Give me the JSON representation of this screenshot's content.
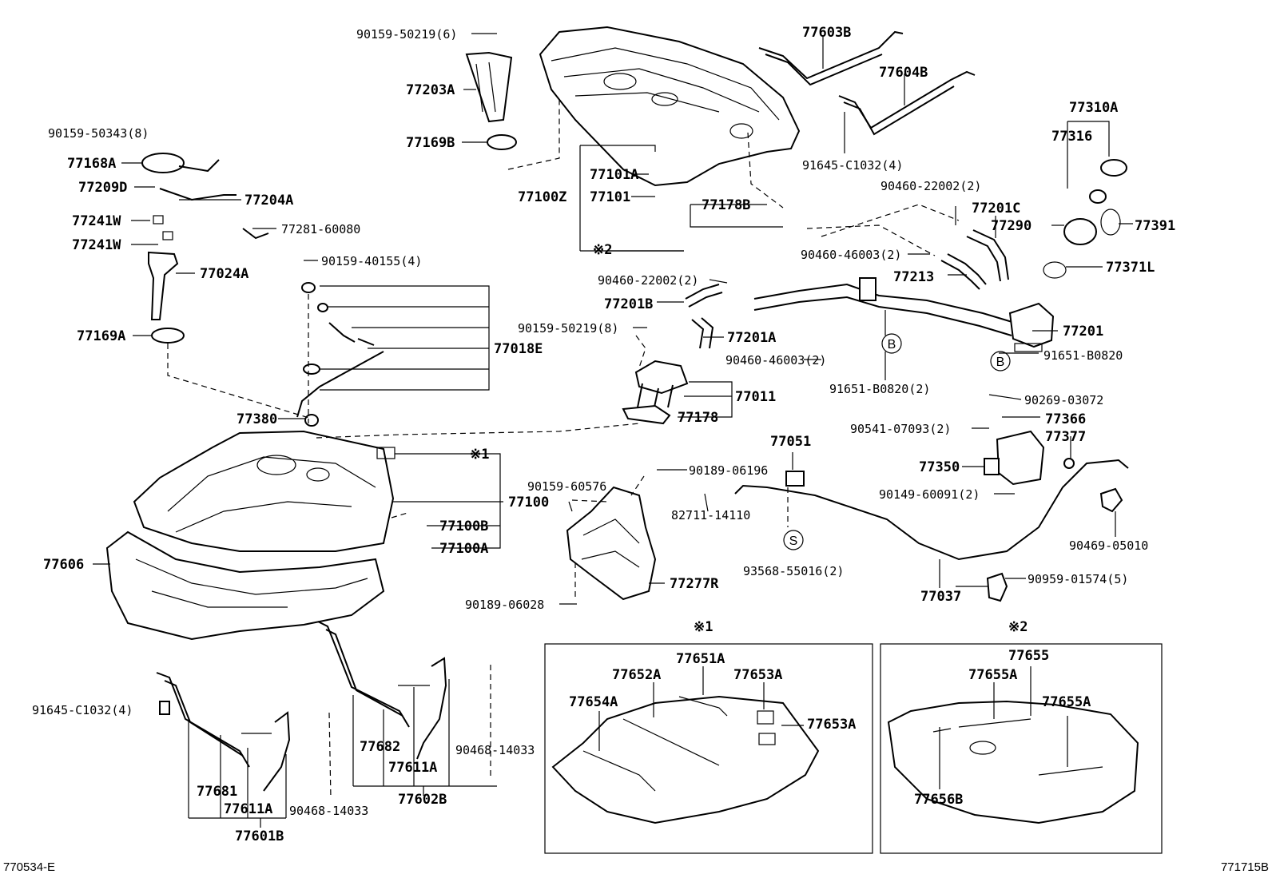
{
  "labels": {
    "l01": "90159-50219(6)",
    "l02": "77203A",
    "l03": "77169B",
    "l04": "90159-50343(8)",
    "l05": "77168A",
    "l06": "77209D",
    "l07": "77204A",
    "l08": "77241W",
    "l09": "77281-60080",
    "l10": "77241W",
    "l11": "77024A",
    "l12": "90159-40155(4)",
    "l13": "77169A",
    "l14": "77018E",
    "l15": "77380",
    "l16": "※1",
    "l17": "77100",
    "l18": "77100B",
    "l19": "77100A",
    "l20": "77606",
    "l21": "77603B",
    "l22": "77604B",
    "l23": "77310A",
    "l24": "77316",
    "l25": "91645-C1032(4)",
    "l26": "77101A",
    "l27": "77100Z",
    "l28": "77101",
    "l29": "77178B",
    "l30": "※2",
    "l31": "90460-22002(2)",
    "l32": "77201C",
    "l33": "77290",
    "l34": "77391",
    "l35": "90460-46003(2)",
    "l36": "77371L",
    "l37": "77213",
    "l38": "90460-22002(2)",
    "l39": "77201B",
    "l40": "90159-50219(8)",
    "l41": "77201A",
    "l42": "77201",
    "l43": "90460-46003(2)",
    "l44": "91651-B0820",
    "l45": "77011",
    "l46": "91651-B0820(2)",
    "l47": "77178",
    "l48": "90269-03072",
    "l49": "77366",
    "l50": "90541-07093(2)",
    "l51": "77377",
    "l52": "77051",
    "l53": "90189-06196",
    "l54": "90159-60576",
    "l55": "77350",
    "l56": "90149-60091(2)",
    "l57": "82711-14110",
    "l58": "93568-55016(2)",
    "l59": "90469-05010",
    "l60": "77277R",
    "l61": "90189-06028",
    "l62": "77037",
    "l63": "90959-01574(5)",
    "l64": "※1",
    "l65": "※2",
    "l66": "77651A",
    "l67": "77652A",
    "l68": "77653A",
    "l69": "77654A",
    "l70": "77653A",
    "l71": "77655",
    "l72": "77655A",
    "l73": "77655A",
    "l74": "77656B",
    "l75": "91645-C1032(4)",
    "l76": "77682",
    "l77": "77611A",
    "l78": "90468-14033",
    "l79": "77681",
    "l80": "77611A",
    "l81": "90468-14033",
    "l82": "77601B",
    "l83": "77602B",
    "l84": "770534-E",
    "l85": "771715B"
  },
  "callouts": {
    "b1": "B",
    "b2": "B",
    "s1": "S"
  }
}
